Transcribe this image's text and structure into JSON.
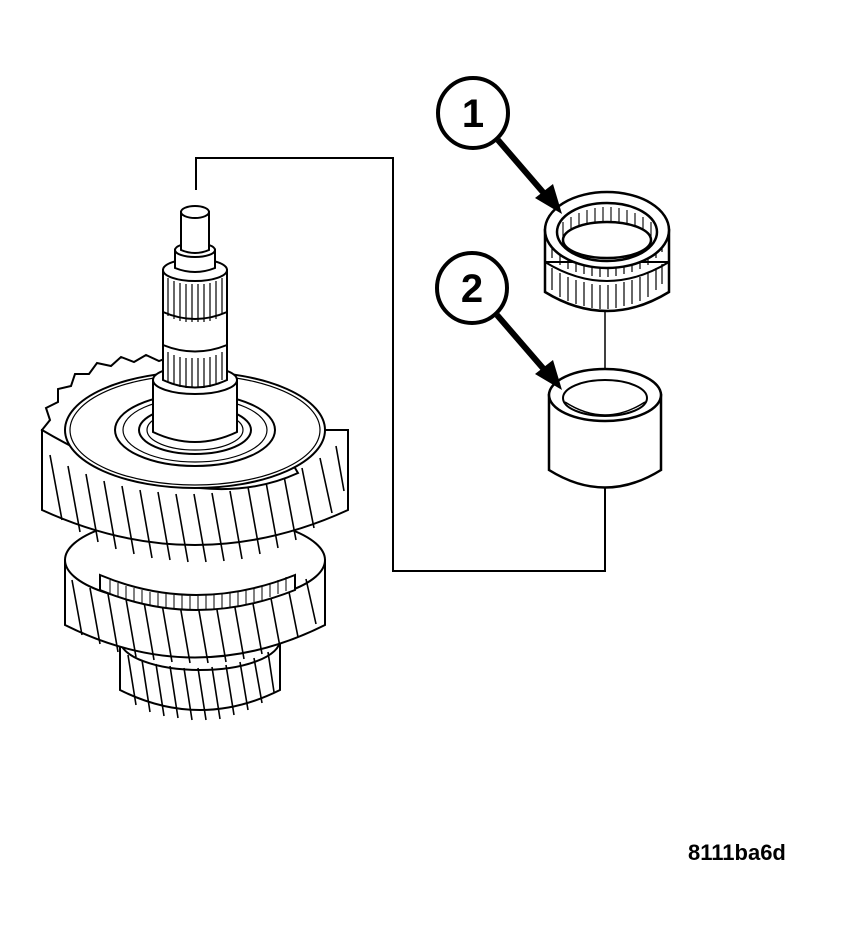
{
  "callouts": [
    {
      "number": "1",
      "target": "bearing-cage-pair"
    },
    {
      "number": "2",
      "target": "bearing-race-sleeve"
    }
  ],
  "figure_code": "8111ba6d",
  "colors": {
    "line": "#000000",
    "background": "#ffffff",
    "shade": "#e6e6e6"
  }
}
